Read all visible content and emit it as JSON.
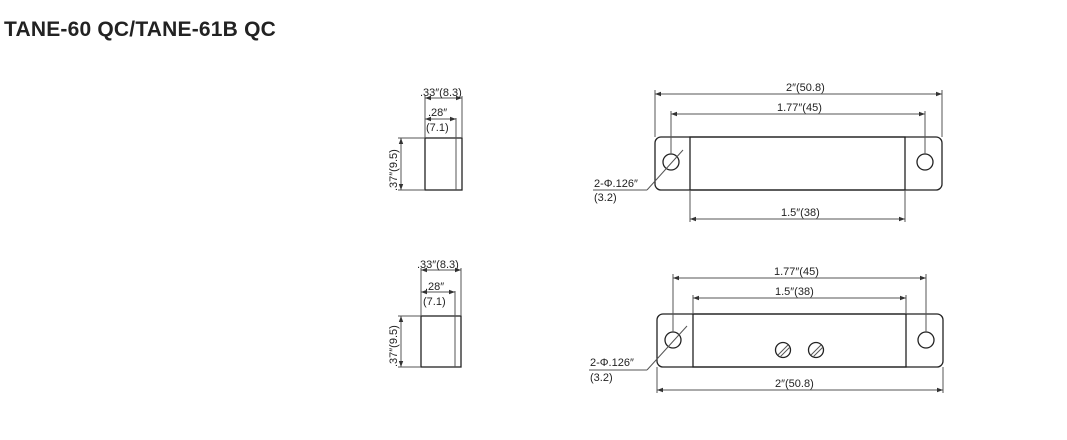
{
  "title": "TANE-60 QC/TANE-61B QC",
  "top": {
    "side": {
      "width_outer": ".33″(8.3)",
      "width_inner_in": ".28″",
      "width_inner_mm": "(7.1)",
      "height": ".37″(9.5)"
    },
    "front": {
      "overall": "2″(50.8)",
      "hole_spacing": "1.77″(45)",
      "body_length": "1.5″(38)",
      "hole_dia_in": "2-Φ.126″",
      "hole_dia_mm": "(3.2)"
    }
  },
  "bottom": {
    "side": {
      "width_outer": ".33″(8.3)",
      "width_inner_in": ".28″",
      "width_inner_mm": "(7.1)",
      "height": ".37″(9.5)"
    },
    "front": {
      "hole_spacing": "1.77″(45)",
      "body_length": "1.5″(38)",
      "overall": "2″(50.8)",
      "hole_dia_in": "2-Φ.126″",
      "hole_dia_mm": "(3.2)"
    }
  }
}
